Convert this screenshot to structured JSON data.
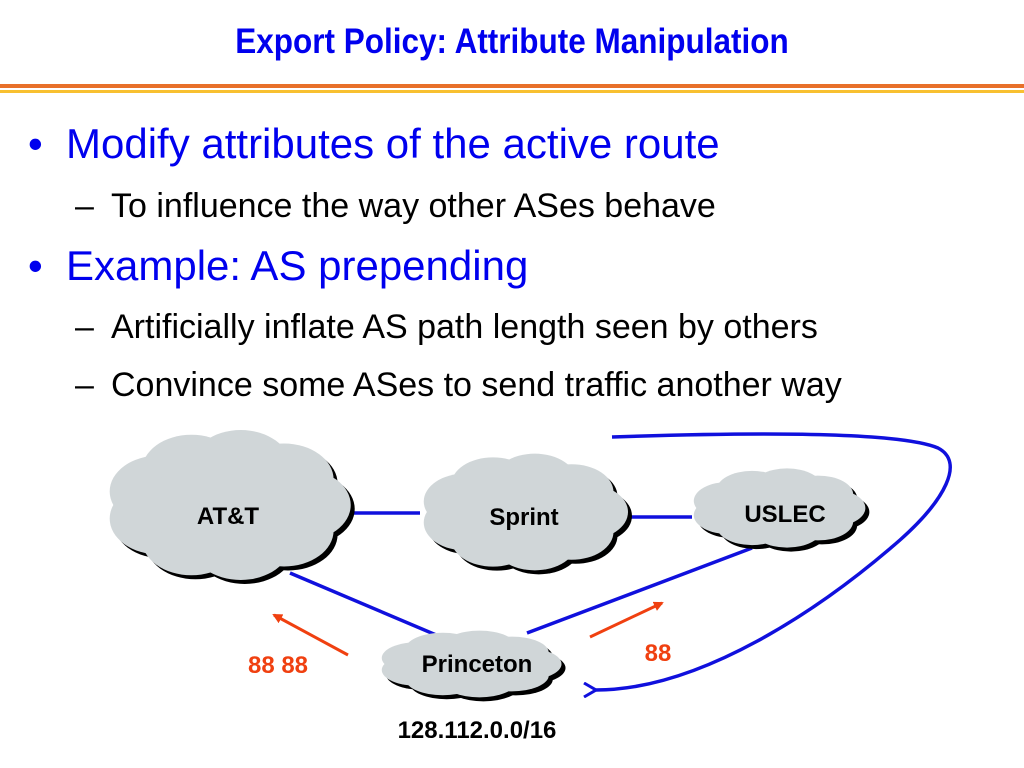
{
  "title": "Export Policy: Attribute Manipulation",
  "bullets": [
    {
      "text": "Modify attributes of the active route",
      "subs": [
        "To influence the way other ASes behave"
      ]
    },
    {
      "text": "Example: AS prepending",
      "subs": [
        "Artificially inflate AS path length seen by others",
        "Convince some ASes to send traffic another way"
      ]
    }
  ],
  "bullet_glyph": "•",
  "sub_glyph": "–",
  "diagram": {
    "nodes": {
      "att": "AT&T",
      "sprint": "Sprint",
      "uslec": "USLEC",
      "princeton": "Princeton"
    },
    "prefix": "128.112.0.0/16",
    "path_left": "88 88",
    "path_right": "88",
    "colors": {
      "link": "#1010dd",
      "announce": "#f04010",
      "cloud": "#d0d6d8"
    }
  }
}
